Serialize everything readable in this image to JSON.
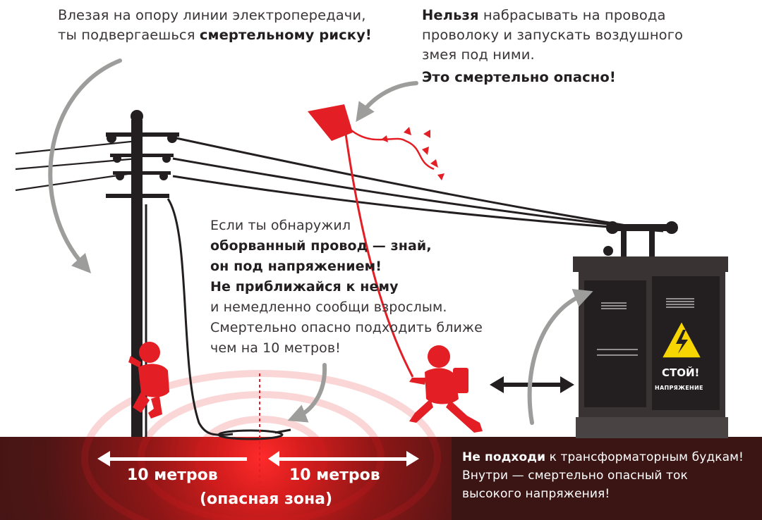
{
  "top_left": {
    "line1": "Влезая на опору линии электропередачи,",
    "line2_plain": "ты подвергаешься",
    "line2_bold": "смертельному риску!"
  },
  "top_right": {
    "line1_bold": "Нельзя",
    "line1_plain": "набрасывать на провода",
    "line2": "проволоку и запускать воздушного",
    "line3": "змея под ними.",
    "line4_bold": "Это смертельно опасно!"
  },
  "middle": {
    "line1": "Если ты обнаружил",
    "line2_bold": "оборванный провод — знай,",
    "line3_bold": "он под напряжением!",
    "line4_bold": "Не приближайся к нему",
    "line5": "и немедленно сообщи взрослым.",
    "line6": "Смертельно опасно подходить ближе",
    "line7": "чем на 10 метров!"
  },
  "bottom_right": {
    "line1_bold": "Не подходи",
    "line1_plain": "к трансформаторным будкам!",
    "line2": "Внутри  — смертельно опасный ток",
    "line3": "высокого напряжения!"
  },
  "zone": {
    "left_label": "10 метров",
    "right_label": "10 метров",
    "caption": "(опасная зона)"
  },
  "warning_sign": {
    "line1": "СТОЙ!",
    "line2": "НАПРЯЖЕНИЕ"
  },
  "colors": {
    "accent_red": "#e31e24",
    "ground_dark": "#3b1414",
    "black": "#231f20",
    "gray_arrow": "#9d9d9c",
    "warning_yellow": "#f6d500"
  }
}
